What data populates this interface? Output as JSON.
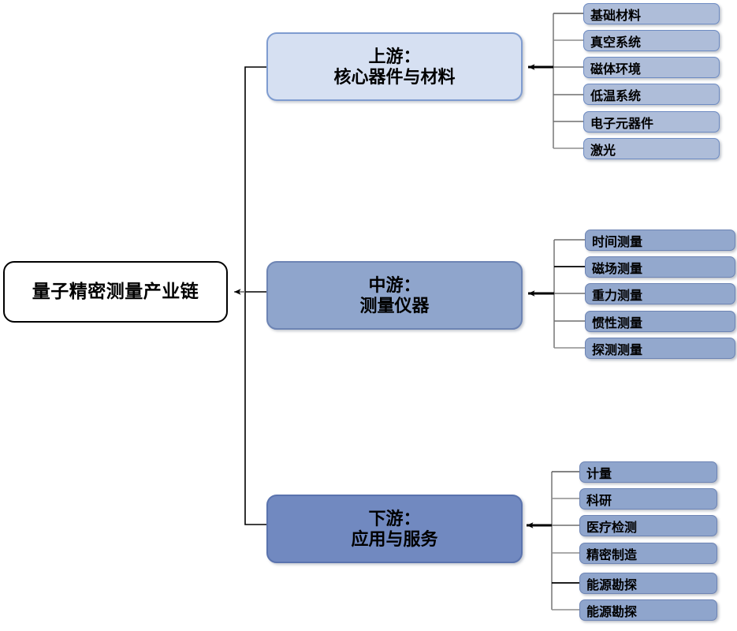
{
  "diagram": {
    "title": "量子精密测量产业链",
    "type": "industry-chain-tree",
    "root": {
      "label": "量子精密测量产业链",
      "fill": "#ffffff",
      "stroke": "#000000"
    },
    "tiers": [
      {
        "id": "upstream",
        "label": "上游：\n核心器件与材料",
        "fill": "#d6e0f2",
        "stroke": "#7f9cd0",
        "items": [
          {
            "label": "基础材料"
          },
          {
            "label": "真空系统"
          },
          {
            "label": "磁体环境"
          },
          {
            "label": "低温系统"
          },
          {
            "label": "电子元器件"
          },
          {
            "label": "激光"
          }
        ]
      },
      {
        "id": "midstream",
        "label": "中游：\n测量仪器",
        "fill": "#8fa5cc",
        "stroke": "#6d84b4",
        "items": [
          {
            "label": "时间测量"
          },
          {
            "label": "磁场测量"
          },
          {
            "label": "重力测量"
          },
          {
            "label": "惯性测量"
          },
          {
            "label": "探测测量"
          }
        ]
      },
      {
        "id": "downstream",
        "label": "下游：\n应用与服务",
        "fill": "#7189c0",
        "stroke": "#5a73ae",
        "items": [
          {
            "label": "计量"
          },
          {
            "label": "科研"
          },
          {
            "label": "医疗检测"
          },
          {
            "label": "精密制造"
          },
          {
            "label": "能源勘探"
          },
          {
            "label": "能源勘探"
          }
        ]
      }
    ],
    "connector_colors": {
      "arrow": "#000000",
      "branch": "#7f7f7f",
      "trunk": "#000000"
    }
  }
}
